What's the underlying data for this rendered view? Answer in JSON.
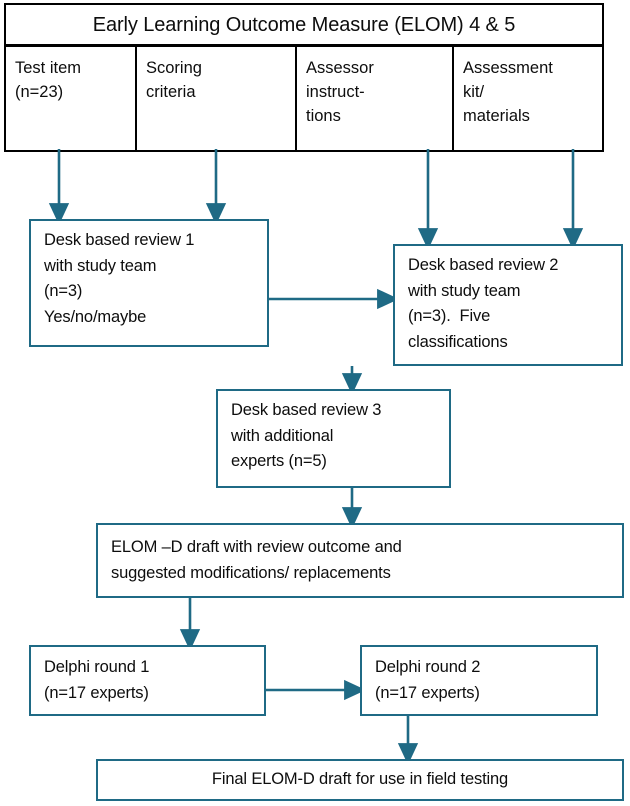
{
  "diagram": {
    "title": "Early Learning Outcome Measure (ELOM) 4 & 5",
    "accent_color": "#1f6a85",
    "border_color": "#000000",
    "background": "#ffffff",
    "type": "flowchart"
  },
  "header": {
    "title": "Early Learning Outcome Measure (ELOM) 4 & 5",
    "cells": [
      {
        "line1": "Test item",
        "line2": "(n=23)",
        "line3": ""
      },
      {
        "line1": "Scoring",
        "line2": "criteria",
        "line3": ""
      },
      {
        "line1": "Assessor",
        "line2": "instruct-",
        "line3": "tions"
      },
      {
        "line1": "Assessment",
        "line2": "kit/",
        "line3": "materials"
      }
    ]
  },
  "nodes": {
    "review1": {
      "line1": "Desk based review 1",
      "line2": "with study team",
      "line3": "(n=3)",
      "line4": "Yes/no/maybe"
    },
    "review2": {
      "line1": "Desk based review 2",
      "line2": "with study team",
      "line3": "(n=3).  Five",
      "line4": "classifications"
    },
    "review3": {
      "line1": "Desk based review 3",
      "line2": "with additional",
      "line3": "experts (n=5)"
    },
    "elom_d_draft": {
      "line1": "ELOM –D draft with review outcome and",
      "line2": "suggested modifications/ replacements"
    },
    "delphi1": {
      "line1": "Delphi round 1",
      "line2": "(n=17 experts)"
    },
    "delphi2": {
      "line1": "Delphi round 2",
      "line2": "(n=17 experts)"
    },
    "final": {
      "line1": "Final ELOM-D draft for use in field testing"
    }
  },
  "connections": [
    {
      "from": "Test item (n=23)",
      "to": "Desk based review 1"
    },
    {
      "from": "Scoring criteria",
      "to": "Desk based review 1"
    },
    {
      "from": "Assessor instructions",
      "to": "Desk based review 2"
    },
    {
      "from": "Assessment kit/ materials",
      "to": "Desk based review 2"
    },
    {
      "from": "Desk based review 1",
      "to": "Desk based review 2"
    },
    {
      "from": "Desk based review 2",
      "to": "Desk based review 3"
    },
    {
      "from": "Desk based review 3",
      "to": "ELOM –D draft"
    },
    {
      "from": "ELOM –D draft",
      "to": "Delphi round 1"
    },
    {
      "from": "Delphi round 1",
      "to": "Delphi round 2"
    },
    {
      "from": "Delphi round 2",
      "to": "Final ELOM-D draft"
    }
  ]
}
